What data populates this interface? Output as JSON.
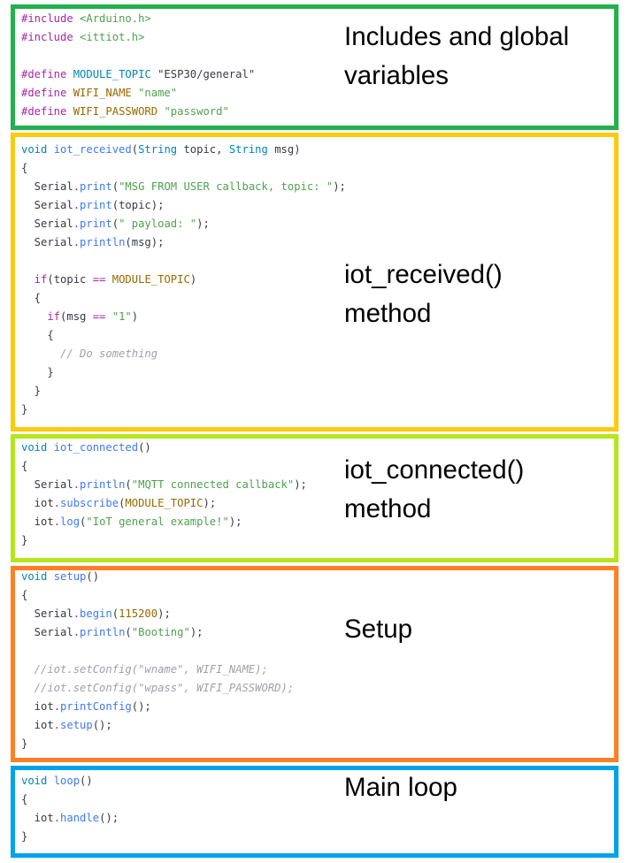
{
  "colors": {
    "includes": "#22b14c",
    "received": "#ffc90e",
    "connected": "#b5e61d",
    "setup": "#ff7f27",
    "loop": "#00a2e8"
  },
  "sections": [
    {
      "id": "includes",
      "label_lines": [
        "Includes and global",
        "variables"
      ],
      "code": [
        [
          [
            "p",
            "#include "
          ],
          [
            "s",
            "<Arduino.h>"
          ]
        ],
        [
          [
            "p",
            "#include "
          ],
          [
            "s",
            "<ittiot.h>"
          ]
        ],
        [],
        [
          [
            "p",
            "#define "
          ],
          [
            "k",
            "MODULE_TOPIC "
          ],
          [
            "t",
            "\"ESP30/general\""
          ]
        ],
        [
          [
            "p",
            "#define "
          ],
          [
            "m",
            "WIFI_NAME "
          ],
          [
            "s",
            "\"name\""
          ]
        ],
        [
          [
            "p",
            "#define "
          ],
          [
            "m",
            "WIFI_PASSWORD "
          ],
          [
            "s",
            "\"password\""
          ]
        ]
      ]
    },
    {
      "id": "received",
      "label_lines": [
        "iot_received()",
        "method"
      ],
      "code": [
        [
          [
            "k",
            "void "
          ],
          [
            "f",
            "iot_received"
          ],
          [
            "t",
            "("
          ],
          [
            "k",
            "String"
          ],
          [
            "t",
            " topic, "
          ],
          [
            "k",
            "String"
          ],
          [
            "t",
            " msg)"
          ]
        ],
        [
          [
            "t",
            "{"
          ]
        ],
        [
          [
            "t",
            "  Serial"
          ],
          [
            "p",
            "."
          ],
          [
            "f",
            "print"
          ],
          [
            "t",
            "("
          ],
          [
            "s",
            "\"MSG FROM USER callback, topic: \""
          ],
          [
            "t",
            ");"
          ]
        ],
        [
          [
            "t",
            "  Serial"
          ],
          [
            "p",
            "."
          ],
          [
            "f",
            "print"
          ],
          [
            "t",
            "(topic);"
          ]
        ],
        [
          [
            "t",
            "  Serial"
          ],
          [
            "p",
            "."
          ],
          [
            "f",
            "print"
          ],
          [
            "t",
            "("
          ],
          [
            "s",
            "\" payload: \""
          ],
          [
            "t",
            ");"
          ]
        ],
        [
          [
            "t",
            "  Serial"
          ],
          [
            "p",
            "."
          ],
          [
            "f",
            "println"
          ],
          [
            "t",
            "(msg);"
          ]
        ],
        [],
        [
          [
            "p",
            "  if"
          ],
          [
            "t",
            "(topic "
          ],
          [
            "p",
            "=="
          ],
          [
            "m",
            " MODULE_TOPIC"
          ],
          [
            "t",
            ")"
          ]
        ],
        [
          [
            "t",
            "  {"
          ]
        ],
        [
          [
            "p",
            "    if"
          ],
          [
            "t",
            "(msg "
          ],
          [
            "p",
            "=="
          ],
          [
            "s",
            " \"1\""
          ],
          [
            "t",
            ")"
          ]
        ],
        [
          [
            "t",
            "    {"
          ]
        ],
        [
          [
            "c",
            "      // Do something"
          ]
        ],
        [
          [
            "t",
            "    }"
          ]
        ],
        [
          [
            "t",
            "  }"
          ]
        ],
        [
          [
            "t",
            "}"
          ]
        ]
      ]
    },
    {
      "id": "connected",
      "label_lines": [
        "iot_connected()",
        "method"
      ],
      "code": [
        [
          [
            "k",
            "void "
          ],
          [
            "f",
            "iot_connected"
          ],
          [
            "t",
            "()"
          ]
        ],
        [
          [
            "t",
            "{"
          ]
        ],
        [
          [
            "t",
            "  Serial"
          ],
          [
            "p",
            "."
          ],
          [
            "f",
            "println"
          ],
          [
            "t",
            "("
          ],
          [
            "s",
            "\"MQTT connected callback\""
          ],
          [
            "t",
            ");"
          ]
        ],
        [
          [
            "t",
            "  iot"
          ],
          [
            "p",
            "."
          ],
          [
            "f",
            "subscribe"
          ],
          [
            "t",
            "("
          ],
          [
            "m",
            "MODULE_TOPIC"
          ],
          [
            "t",
            ");"
          ]
        ],
        [
          [
            "t",
            "  iot"
          ],
          [
            "p",
            "."
          ],
          [
            "f",
            "log"
          ],
          [
            "t",
            "("
          ],
          [
            "s",
            "\"IoT general example!\""
          ],
          [
            "t",
            ");"
          ]
        ],
        [
          [
            "t",
            "}"
          ]
        ]
      ]
    },
    {
      "id": "setup",
      "label_lines": [
        "Setup"
      ],
      "code": [
        [
          [
            "k",
            "void "
          ],
          [
            "f",
            "setup"
          ],
          [
            "t",
            "()"
          ]
        ],
        [
          [
            "t",
            "{"
          ]
        ],
        [
          [
            "t",
            "  Serial"
          ],
          [
            "p",
            "."
          ],
          [
            "f",
            "begin"
          ],
          [
            "t",
            "("
          ],
          [
            "m",
            "115200"
          ],
          [
            "t",
            ");"
          ]
        ],
        [
          [
            "t",
            "  Serial"
          ],
          [
            "p",
            "."
          ],
          [
            "f",
            "println"
          ],
          [
            "t",
            "("
          ],
          [
            "s",
            "\"Booting\""
          ],
          [
            "t",
            ");"
          ]
        ],
        [],
        [
          [
            "c",
            "  //iot.setConfig(\"wname\", WIFI_NAME);"
          ]
        ],
        [
          [
            "c",
            "  //iot.setConfig(\"wpass\", WIFI_PASSWORD);"
          ]
        ],
        [
          [
            "t",
            "  iot"
          ],
          [
            "p",
            "."
          ],
          [
            "f",
            "printConfig"
          ],
          [
            "t",
            "();"
          ]
        ],
        [
          [
            "t",
            "  iot"
          ],
          [
            "p",
            "."
          ],
          [
            "f",
            "setup"
          ],
          [
            "t",
            "();"
          ]
        ],
        [
          [
            "t",
            "}"
          ]
        ]
      ]
    },
    {
      "id": "loop",
      "label_lines": [
        "Main loop"
      ],
      "code": [
        [
          [
            "k",
            "void "
          ],
          [
            "f",
            "loop"
          ],
          [
            "t",
            "()"
          ]
        ],
        [
          [
            "t",
            "{"
          ]
        ],
        [
          [
            "t",
            "  iot"
          ],
          [
            "p",
            "."
          ],
          [
            "f",
            "handle"
          ],
          [
            "t",
            "();"
          ]
        ],
        [
          [
            "t",
            "}"
          ]
        ]
      ]
    }
  ]
}
